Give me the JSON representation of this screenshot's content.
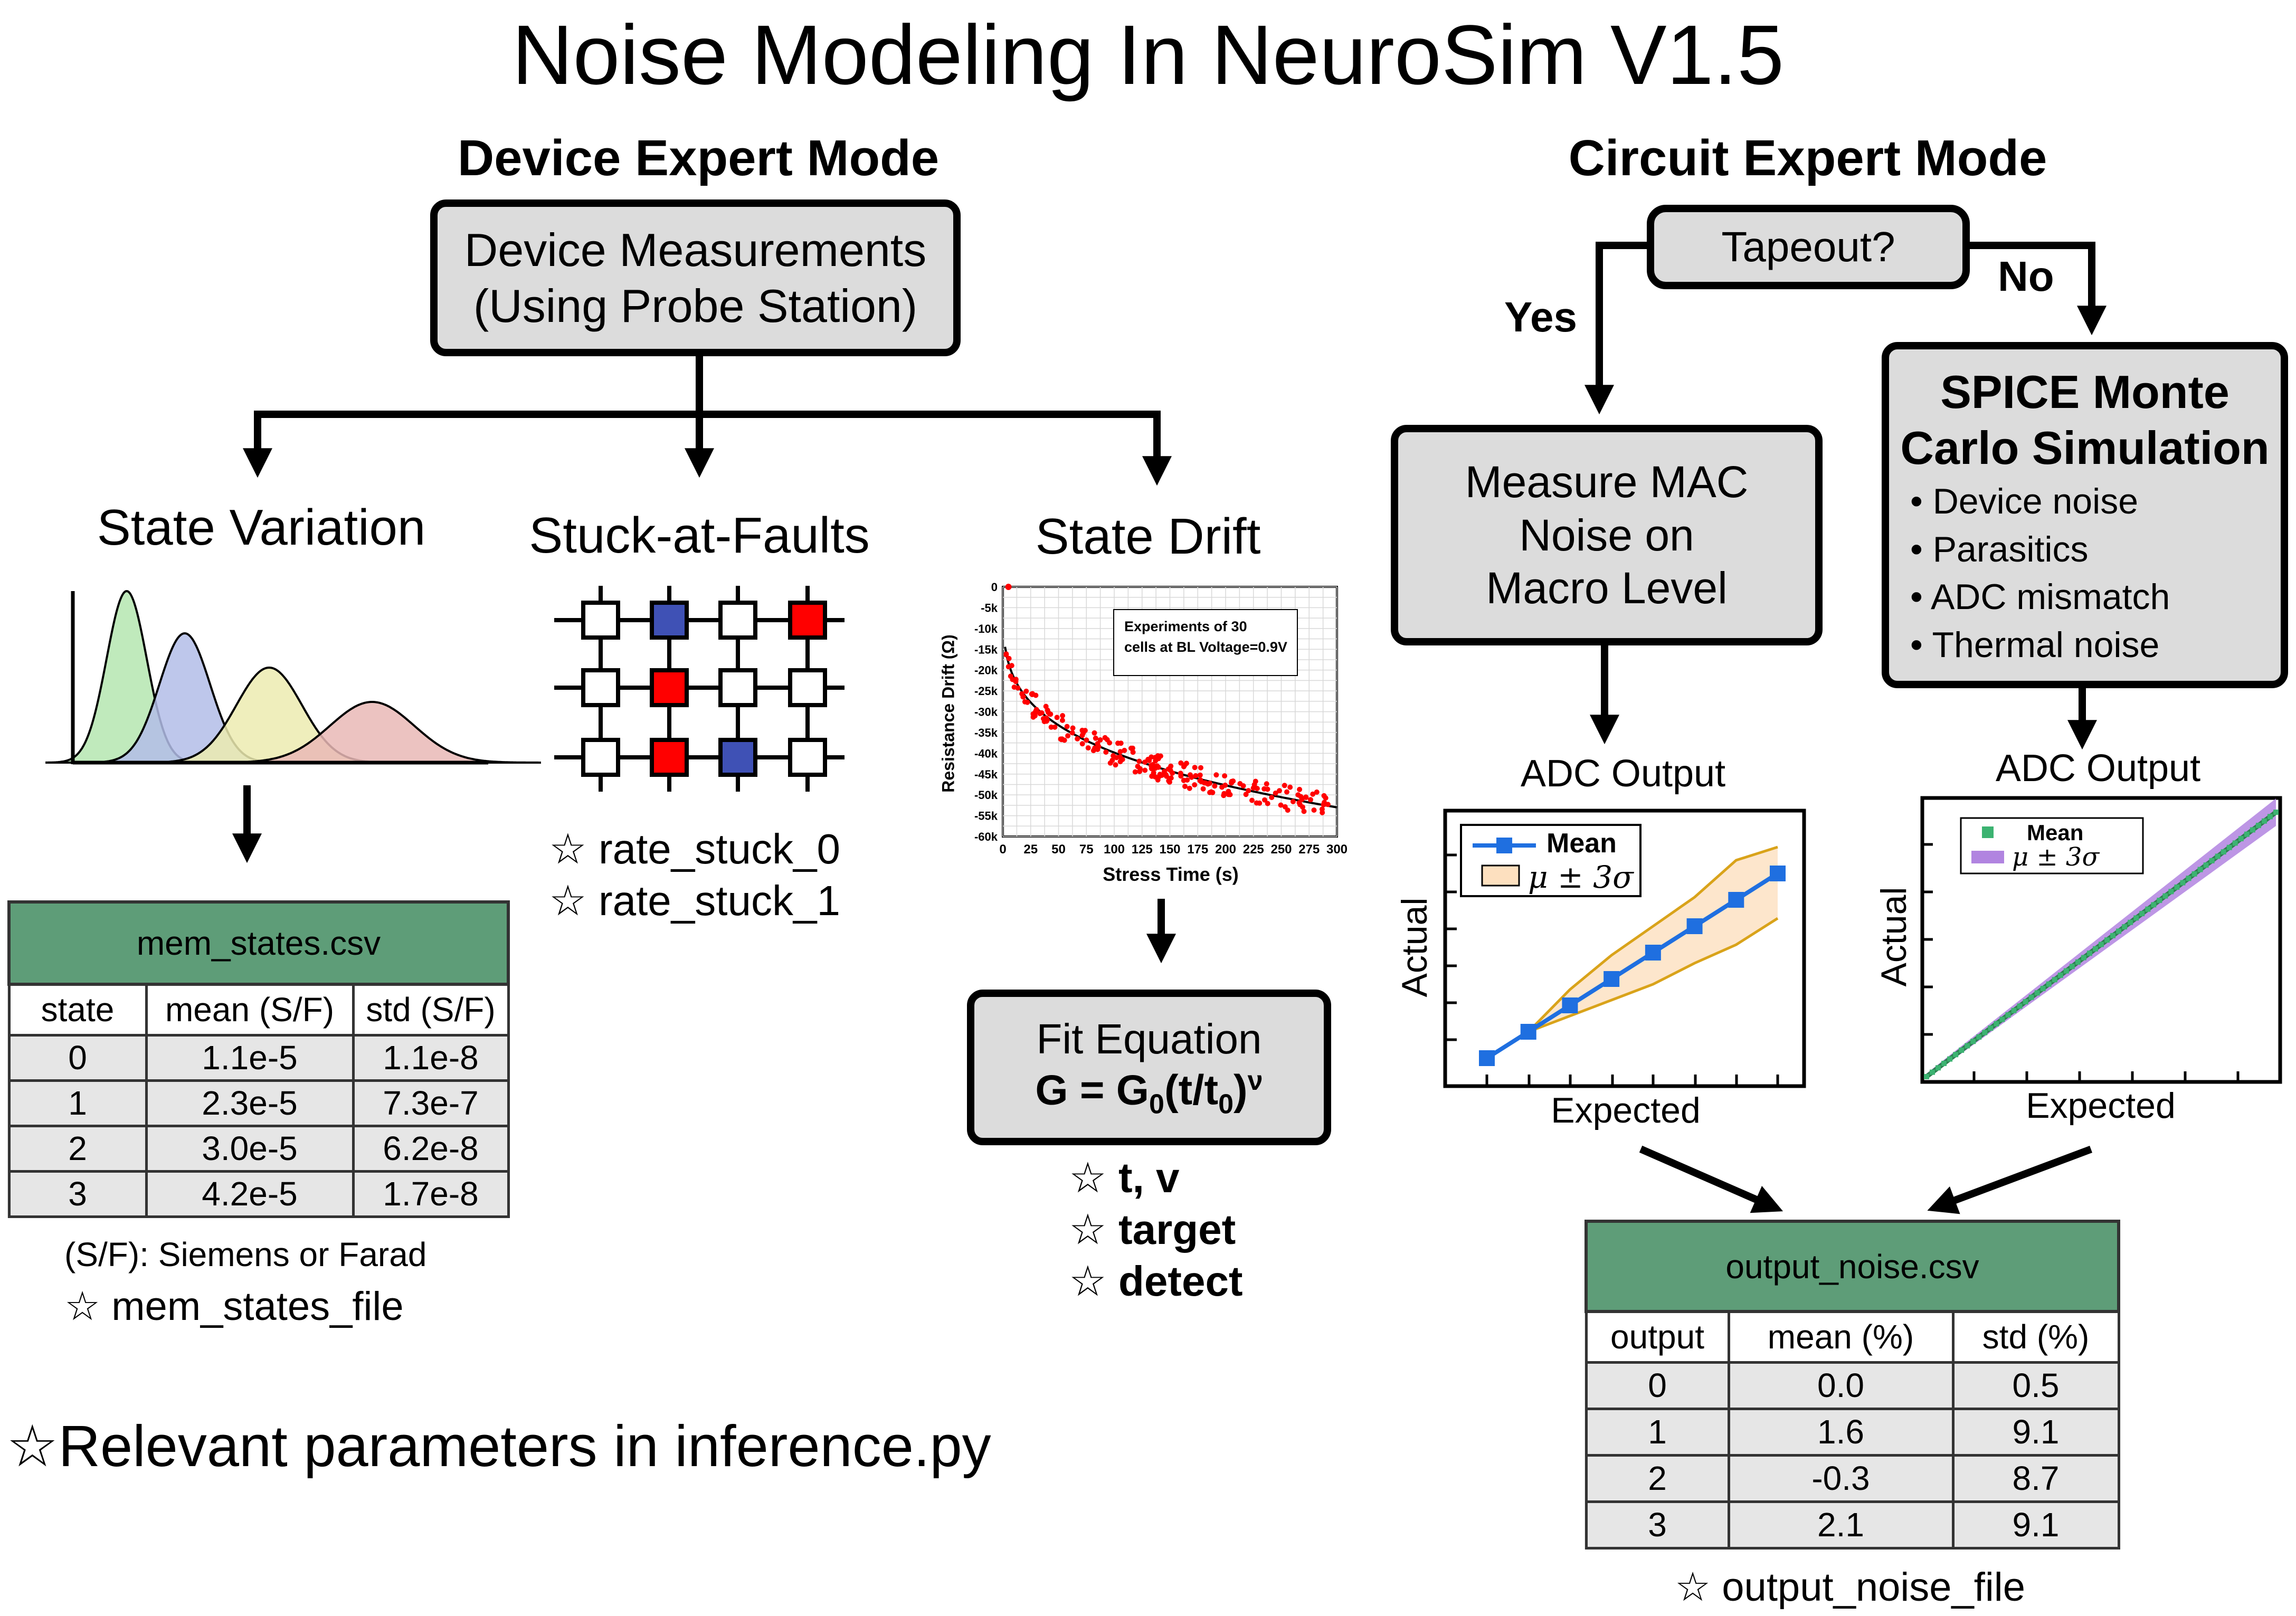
{
  "title": "Noise Modeling In NeuroSim V1.5",
  "device": {
    "heading": "Device Expert Mode",
    "measure_box": [
      "Device Measurements",
      "(Using Probe Station)"
    ],
    "state_variation": {
      "title": "State Variation",
      "csv": {
        "title": "mem_states.csv",
        "columns": [
          "state",
          "mean (S/F)",
          "std (S/F)"
        ],
        "rows": [
          [
            "0",
            "1.1e-5",
            "1.1e-8"
          ],
          [
            "1",
            "2.3e-5",
            "7.3e-7"
          ],
          [
            "2",
            "3.0e-5",
            "6.2e-8"
          ],
          [
            "3",
            "4.2e-5",
            "1.7e-8"
          ]
        ]
      },
      "note": "(S/F): Siemens or Farad",
      "param": "☆ mem_states_file",
      "curve_colors": [
        "#b5e6b0",
        "#b3bde8",
        "#ecebb0",
        "#e9b8b6"
      ]
    },
    "stuck": {
      "title": "Stuck-at-Faults",
      "grid": [
        [
          "white",
          "blue",
          "white",
          "red"
        ],
        [
          "white",
          "red",
          "white",
          "white"
        ],
        [
          "white",
          "red",
          "blue",
          "white"
        ]
      ],
      "colors": {
        "blue": "#3f51b5",
        "red": "#ff0000",
        "white": "#ffffff"
      },
      "params": [
        "☆ rate_stuck_0",
        "☆ rate_stuck_1"
      ]
    },
    "drift": {
      "title": "State Drift",
      "chart_data": {
        "type": "scatter",
        "xlabel": "Stress Time (s)",
        "ylabel": "Resistance Drift (Ω)",
        "annotation": [
          "Experiments of 30",
          "cells at BL Voltage=0.9V"
        ],
        "xlim": [
          0,
          300
        ],
        "ylim": [
          -60000,
          0
        ],
        "xticks": [
          "0",
          "25",
          "50",
          "75",
          "100",
          "125",
          "150",
          "175",
          "200",
          "225",
          "250",
          "275",
          "300"
        ],
        "yticks": [
          "0",
          "-5k",
          "-10k",
          "-15k",
          "-20k",
          "-25k",
          "-30k",
          "-35k",
          "-40k",
          "-45k",
          "-50k",
          "-55k",
          "-60k"
        ],
        "fit_curve": "power-law decay",
        "point_color": "#ff0000"
      },
      "fit_box": [
        "Fit Equation",
        "G = G0(t/t0)ν"
      ],
      "params": [
        "☆ t, v",
        "☆ target",
        "☆ detect"
      ]
    }
  },
  "circuit": {
    "heading": "Circuit Expert Mode",
    "decision": "Tapeout?",
    "yes": "Yes",
    "no": "No",
    "measure_box": [
      "Measure MAC",
      "Noise on",
      "Macro Level"
    ],
    "spice_box": {
      "title": [
        "SPICE Monte",
        "Carlo Simulation"
      ],
      "bullets": [
        "• Device noise",
        "• Parasitics",
        "• ADC mismatch",
        "• Thermal noise"
      ]
    },
    "chart_left": {
      "chart_data": {
        "type": "line",
        "title": "ADC Output",
        "xlabel": "Expected",
        "ylabel": "Actual",
        "series": [
          {
            "name": "Mean",
            "values": [
              0.0,
              1.0,
              2.0,
              3.0,
              4.0,
              5.0,
              6.0,
              7.0
            ]
          },
          {
            "name": "μ ± 3σ",
            "upper": [
              0.0,
              1.0,
              2.6,
              3.9,
              5.0,
              6.1,
              7.5,
              8.0
            ],
            "lower": [
              0.0,
              1.0,
              1.6,
              2.2,
              2.8,
              3.6,
              4.3,
              5.3
            ]
          }
        ],
        "x": [
          0,
          1,
          2,
          3,
          4,
          5,
          6,
          7
        ],
        "colors": {
          "mean": "#1f6fe0",
          "band_fill": "#fde0bf",
          "band_edge": "#d9a31a"
        }
      }
    },
    "chart_right": {
      "chart_data": {
        "type": "scatter",
        "title": "ADC Output",
        "xlabel": "Expected",
        "ylabel": "Actual",
        "series": [
          {
            "name": "Mean",
            "trend": "linear y = x"
          },
          {
            "name": "μ ± 3σ",
            "trend": "narrow band around y = x"
          }
        ],
        "colors": {
          "mean": "#3cb371",
          "band": "#b184e0"
        }
      }
    },
    "csv": {
      "title": "output_noise.csv",
      "columns": [
        "output",
        "mean (%)",
        "std (%)"
      ],
      "rows": [
        [
          "0",
          "0.0",
          "0.5"
        ],
        [
          "1",
          "1.6",
          "9.1"
        ],
        [
          "2",
          "-0.3",
          "8.7"
        ],
        [
          "3",
          "2.1",
          "9.1"
        ]
      ]
    },
    "param": "☆ output_noise_file"
  },
  "footer": "☆Relevant parameters in inference.py"
}
